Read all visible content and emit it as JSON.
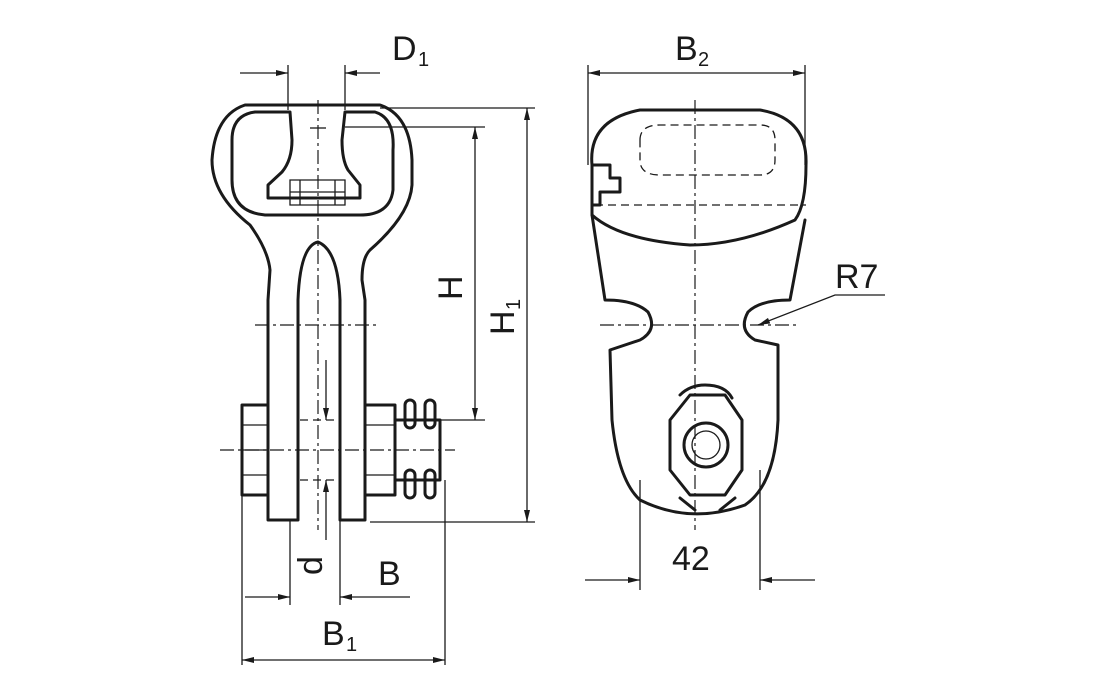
{
  "drawing": {
    "labels": {
      "D": "D",
      "D_sub": "1",
      "B2": "B",
      "B2_sub": "2",
      "H": "H",
      "H1": "H",
      "H1_sub": "1",
      "R7": "R7",
      "d": "d",
      "B": "B",
      "B1": "B",
      "B1_sub": "1",
      "w42": "42"
    }
  }
}
